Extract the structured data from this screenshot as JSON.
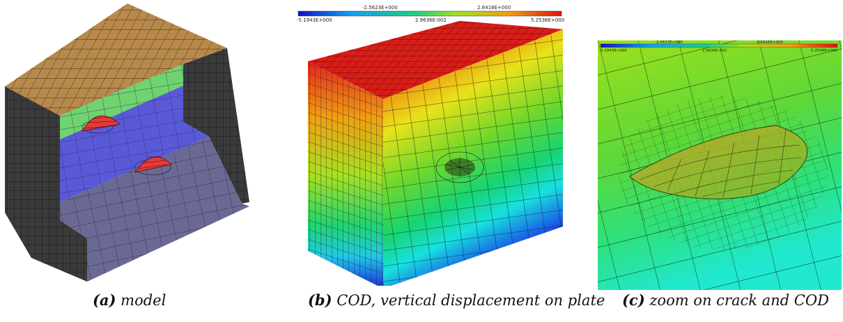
{
  "colors": {
    "top_face": "#b8894c",
    "side_face": "#3a3a3a",
    "front_face": "#6a6a94",
    "cut_blue": "#5a5ad6",
    "cut_green": "#6fd36f",
    "crack": "#e23b3b"
  },
  "panels": [
    {
      "caption_tag": "(a)",
      "caption_text": "model"
    },
    {
      "caption_tag": "(b)",
      "caption_text": "COD, vertical displacement on plate",
      "colorbar": {
        "top_labels": [
          "-2.5623E+000",
          "2.6416E+000"
        ],
        "bottom_labels": [
          "-5.1943E+000",
          "2.9636E-002",
          "5.2536E+000"
        ]
      }
    },
    {
      "caption_tag": "(c)",
      "caption_text": "zoom on crack and COD",
      "colorbar": {
        "top_labels": [
          "-2.5623E+000",
          "2.6416E+000"
        ],
        "bottom_labels": [
          "-5.1943E+000",
          "2.9636E-002",
          "5.2536E+000"
        ]
      }
    }
  ]
}
